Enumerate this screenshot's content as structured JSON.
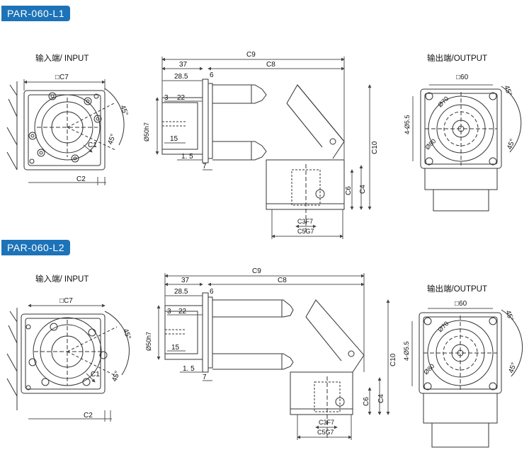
{
  "models": [
    {
      "name": "PAR-060-L1",
      "input_title": "输入端/ INPUT",
      "output_title": "输出端/OUTPUT",
      "dims": {
        "c7": "□C7",
        "c1": "C1",
        "c2": "C2",
        "deg45": "45°",
        "c9": "C9",
        "d37": "37",
        "c8": "C8",
        "d285": "28.5",
        "d6": "6",
        "d3": "3",
        "d22": "22",
        "d50": "Ø50h7",
        "d15": "15",
        "d15b": "1. 5",
        "d7": "7",
        "c10": "C10",
        "c6": "C6",
        "c4": "C4",
        "c3": "C3F7",
        "c5": "C5G7",
        "sq60": "□60",
        "holes": "4-Ø5.5",
        "d70": "Ø70",
        "d80": "Ø80"
      }
    },
    {
      "name": "PAR-060-L2",
      "input_title": "输入端/ INPUT",
      "output_title": "输出端/OUTPUT",
      "dims": {
        "c7": "□C7",
        "c1": "C1",
        "c2": "C2",
        "deg45": "45°",
        "c9": "C9",
        "d37": "37",
        "c8": "C8",
        "d285": "28.5",
        "d6": "6",
        "d3": "3",
        "d22": "22",
        "d50": "Ø50h7",
        "d15": "15",
        "d15b": "1. 5",
        "d7": "7",
        "c10": "C10",
        "c6": "C6",
        "c4": "C4",
        "c3": "C3F7",
        "c5": "C5G7",
        "sq60": "□60",
        "holes": "4-Ø5.5",
        "d70": "Ø70",
        "d80": "Ø80"
      }
    }
  ],
  "colors": {
    "badge": "#1d73b8",
    "line": "#333333",
    "dim": "#555555"
  }
}
